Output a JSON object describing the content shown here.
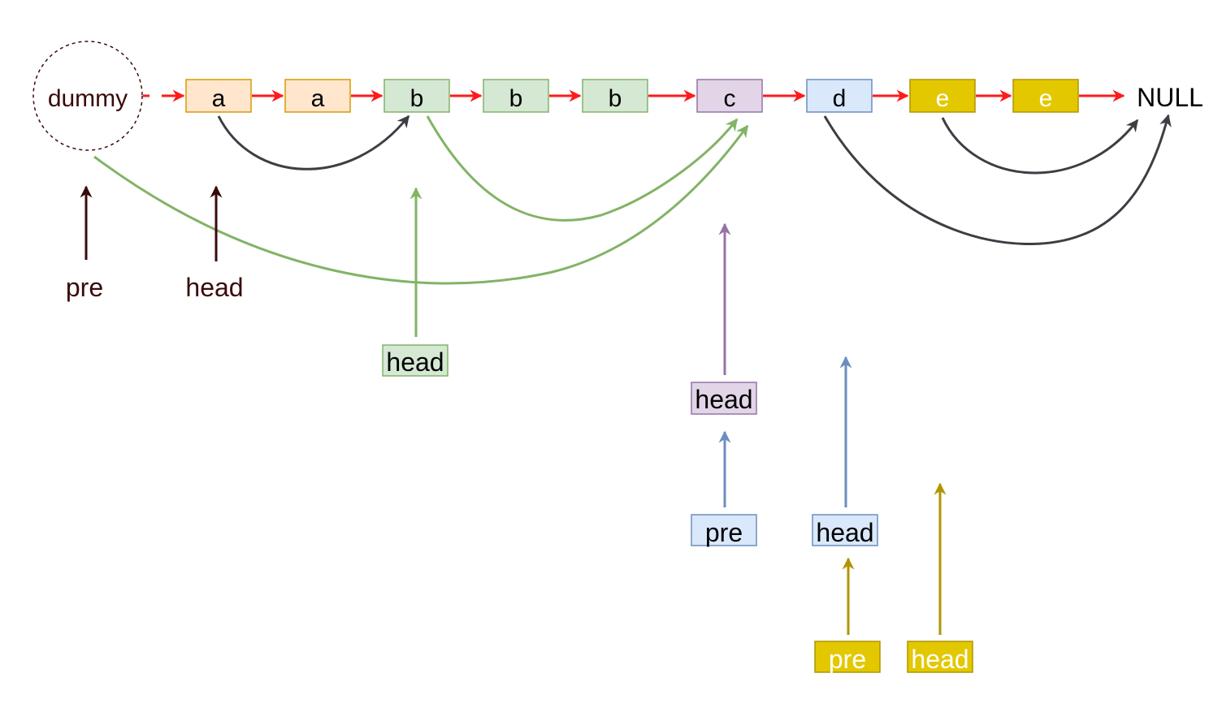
{
  "colors": {
    "link": "#ff1a1a",
    "jump": "#3b3f44",
    "dark": "#3a0a0a",
    "orange_fill": "#ffe6cc",
    "orange_stroke": "#d79b00",
    "green_fill": "#d5e8d4",
    "green_stroke": "#82b366",
    "purple_fill": "#e1d5e7",
    "purple_stroke": "#9673a6",
    "blue_fill": "#dae8fc",
    "blue_stroke": "#6c8ebf",
    "yellow_fill": "#e3c800",
    "yellow_stroke": "#b09500",
    "green_line": "#82b366",
    "purple_line": "#9673a6",
    "blue_line": "#6c8ebf",
    "yellow_line": "#b09500"
  },
  "dummy": {
    "label": "dummy"
  },
  "nodes": [
    {
      "label": "a",
      "color": "orange"
    },
    {
      "label": "a",
      "color": "orange"
    },
    {
      "label": "b",
      "color": "green"
    },
    {
      "label": "b",
      "color": "green"
    },
    {
      "label": "b",
      "color": "green"
    },
    {
      "label": "c",
      "color": "purple"
    },
    {
      "label": "d",
      "color": "blue"
    },
    {
      "label": "e",
      "color": "yellow"
    },
    {
      "label": "e",
      "color": "yellow"
    }
  ],
  "null_label": "NULL",
  "pointers": {
    "pre_1": "pre",
    "head_1": "head",
    "head_green": "head",
    "head_purple": "head",
    "pre_blue": "pre",
    "head_blue": "head",
    "pre_yellow": "pre",
    "head_yellow": "head"
  }
}
